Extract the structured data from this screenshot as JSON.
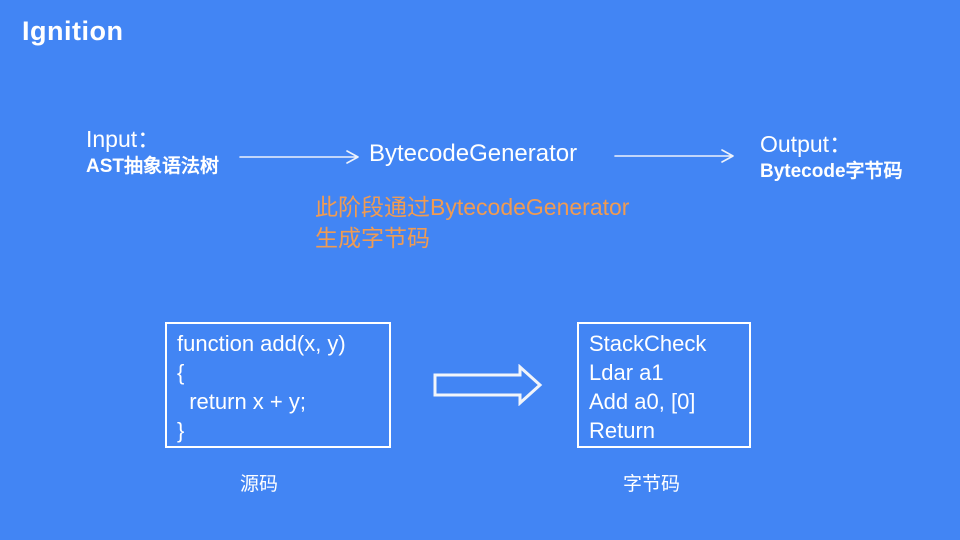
{
  "slide": {
    "title": "Ignition",
    "background_color": "#4285F4",
    "text_color": "#FFFFFF"
  },
  "flow": {
    "input": {
      "label": "Input：",
      "sublabel": "AST抽象语法树"
    },
    "processor": {
      "label": "BytecodeGenerator"
    },
    "output": {
      "label": "Output：",
      "sublabel": "Bytecode字节码"
    },
    "arrow_icon": "right-arrow"
  },
  "note": {
    "line1": "此阶段通过BytecodeGenerator",
    "line2": "生成字节码",
    "color": "#F09B52"
  },
  "example": {
    "source_box": {
      "lines": [
        "function add(x, y)",
        "{",
        "  return x + y;",
        "}"
      ],
      "caption": "源码"
    },
    "transform_arrow_icon": "hollow-right-arrow",
    "bytecode_box": {
      "lines": [
        "StackCheck",
        "Ldar a1",
        "Add a0, [0]",
        "Return"
      ],
      "caption": "字节码"
    }
  }
}
